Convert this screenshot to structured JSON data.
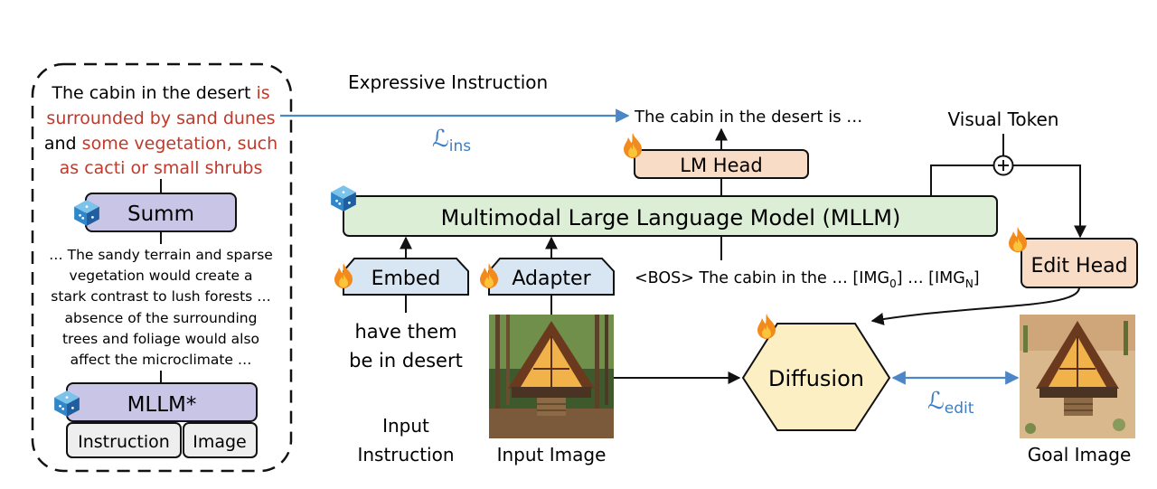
{
  "left_panel": {
    "expressive_text": {
      "line1_a": "The cabin in the desert ",
      "line1_b": "is",
      "line2": "surrounded by sand dunes",
      "line3_a": "and ",
      "line3_b": "some vegetation, such",
      "line4": "as cacti or small shrubs"
    },
    "summ_label": "Summ",
    "reasoning_lines": [
      "… The sandy terrain and sparse",
      "vegetation would create a",
      "stark contrast to lush forests …",
      "absence of the surrounding",
      "trees and foliage would also",
      "affect the microclimate …"
    ],
    "mllm_star_label": "MLLM*",
    "instruction_label": "Instruction",
    "image_label": "Image"
  },
  "main": {
    "expressive_instruction_title": "Expressive Instruction",
    "loss_ins_main": "ℒ",
    "loss_ins_sub": "ins",
    "cabin_output_text": "The cabin in the desert is …",
    "visual_token_label": "Visual Token",
    "lm_head_label": "LM Head",
    "mllm_label": "Multimodal Large Language Model (MLLM)",
    "embed_label": "Embed",
    "adapter_label": "Adapter",
    "bos_text": "<BOS> The cabin in the …  [IMG",
    "bos_sub0": "0",
    "bos_mid": "] … [IMG",
    "bos_subN": "N",
    "bos_end": "]",
    "edit_head_label": "Edit Head",
    "input_instruction_line1": "have them",
    "input_instruction_line2": "be in desert",
    "input_instruction_caption1": "Input",
    "input_instruction_caption2": "Instruction",
    "input_image_caption": "Input Image",
    "diffusion_label": "Diffusion",
    "loss_edit_main": "ℒ",
    "loss_edit_sub": "edit",
    "goal_image_caption": "Goal Image"
  },
  "colors": {
    "red_text": "#c0392b",
    "blue_loss": "#3b7dc4",
    "lavender_box": "#c9c5e6",
    "green_box": "#dcefd6",
    "light_blue_box": "#d8e6f3",
    "peach_box": "#f8dcc6",
    "hexagon_yellow": "#fcefc4",
    "arrow_blue": "#4a86c8"
  }
}
